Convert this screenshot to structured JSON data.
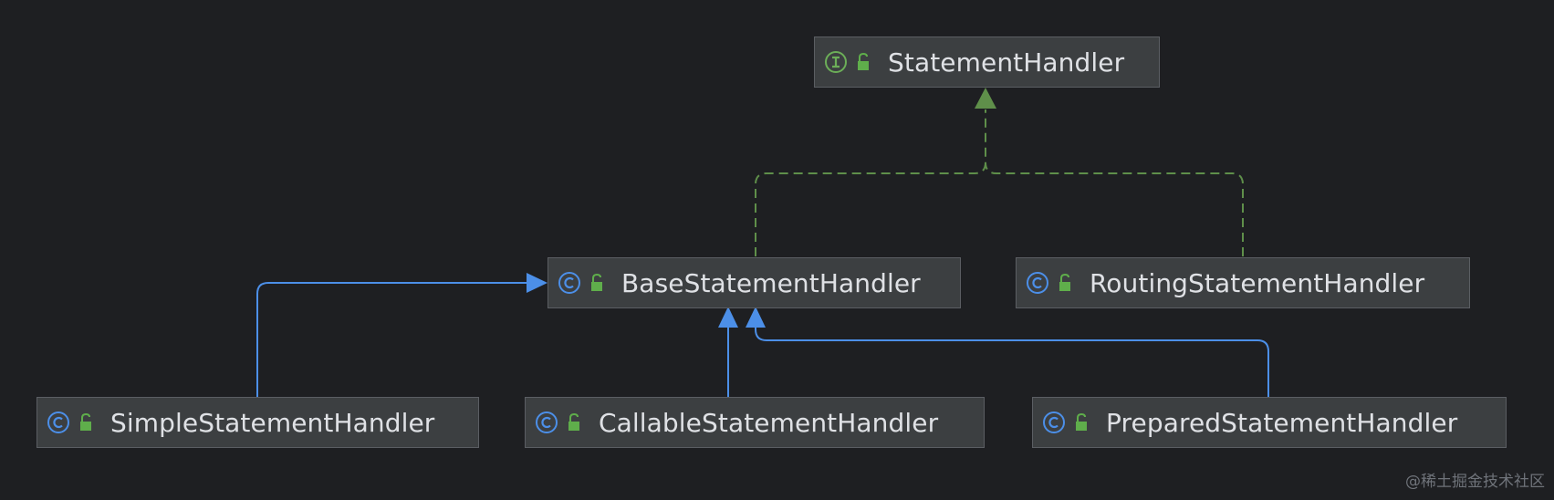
{
  "diagram": {
    "nodes": [
      {
        "id": "statement-handler",
        "label": "StatementHandler",
        "kind": "interface",
        "kind_icon": "interface-icon",
        "visibility_icon": "public-lock-icon"
      },
      {
        "id": "base-statement-handler",
        "label": "BaseStatementHandler",
        "kind": "class",
        "kind_icon": "class-icon",
        "visibility_icon": "public-lock-icon"
      },
      {
        "id": "routing-statement-handler",
        "label": "RoutingStatementHandler",
        "kind": "class",
        "kind_icon": "class-icon",
        "visibility_icon": "public-lock-icon"
      },
      {
        "id": "simple-statement-handler",
        "label": "SimpleStatementHandler",
        "kind": "class",
        "kind_icon": "class-icon",
        "visibility_icon": "public-lock-icon"
      },
      {
        "id": "callable-statement-handler",
        "label": "CallableStatementHandler",
        "kind": "class",
        "kind_icon": "class-icon",
        "visibility_icon": "public-lock-icon"
      },
      {
        "id": "prepared-statement-handler",
        "label": "PreparedStatementHandler",
        "kind": "class",
        "kind_icon": "class-icon",
        "visibility_icon": "public-lock-icon"
      }
    ],
    "edges": [
      {
        "from": "base-statement-handler",
        "to": "statement-handler",
        "type": "implements"
      },
      {
        "from": "routing-statement-handler",
        "to": "statement-handler",
        "type": "implements"
      },
      {
        "from": "simple-statement-handler",
        "to": "base-statement-handler",
        "type": "extends"
      },
      {
        "from": "callable-statement-handler",
        "to": "base-statement-handler",
        "type": "extends"
      },
      {
        "from": "prepared-statement-handler",
        "to": "base-statement-handler",
        "type": "extends"
      }
    ]
  },
  "colors": {
    "background": "#1e1f22",
    "node_fill": "#3c3f41",
    "node_border": "#5b5e63",
    "node_text": "#dfe1e5",
    "implements_edge": "#5f8f4a",
    "extends_edge": "#4c8fe8",
    "interface_icon": "#6cae58",
    "class_icon": "#4c8fe8",
    "lock_icon": "#5fae4b"
  },
  "watermark": "@稀土掘金技术社区"
}
